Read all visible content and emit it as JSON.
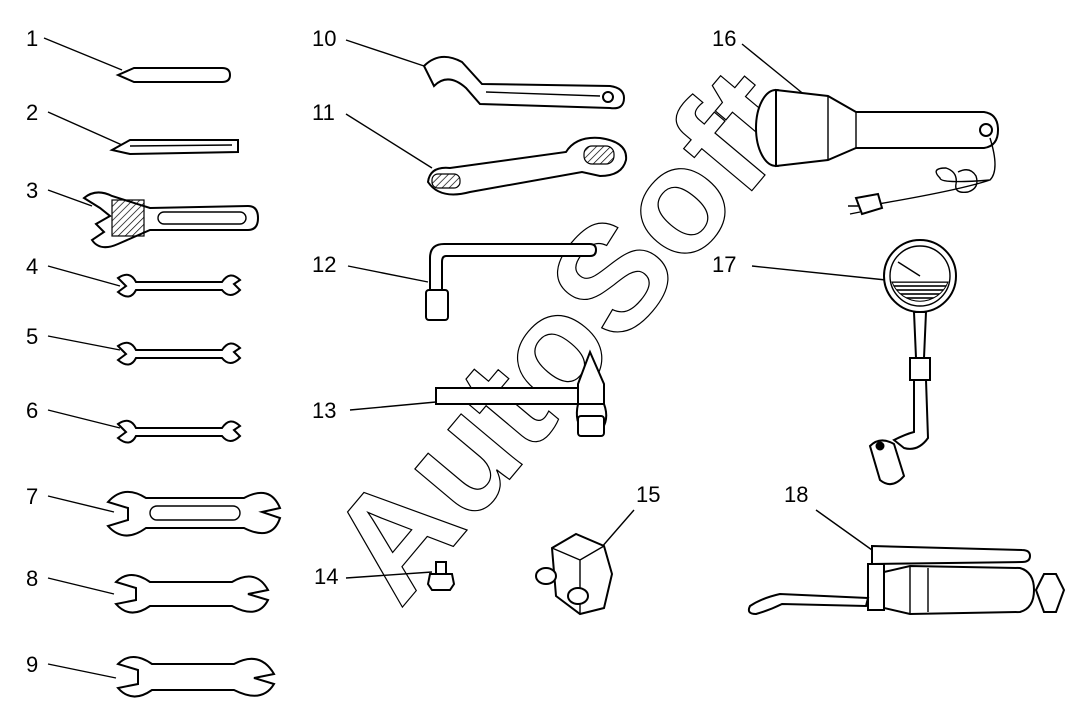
{
  "watermark": "AutoSoft",
  "tools": [
    {
      "id": "1",
      "label": "1"
    },
    {
      "id": "2",
      "label": "2"
    },
    {
      "id": "3",
      "label": "3"
    },
    {
      "id": "4",
      "label": "4"
    },
    {
      "id": "5",
      "label": "5"
    },
    {
      "id": "6",
      "label": "6"
    },
    {
      "id": "7",
      "label": "7"
    },
    {
      "id": "8",
      "label": "8"
    },
    {
      "id": "9",
      "label": "9"
    },
    {
      "id": "10",
      "label": "10"
    },
    {
      "id": "11",
      "label": "11"
    },
    {
      "id": "12",
      "label": "12"
    },
    {
      "id": "13",
      "label": "13"
    },
    {
      "id": "14",
      "label": "14"
    },
    {
      "id": "15",
      "label": "15"
    },
    {
      "id": "16",
      "label": "16"
    },
    {
      "id": "17",
      "label": "17"
    },
    {
      "id": "18",
      "label": "18"
    }
  ]
}
